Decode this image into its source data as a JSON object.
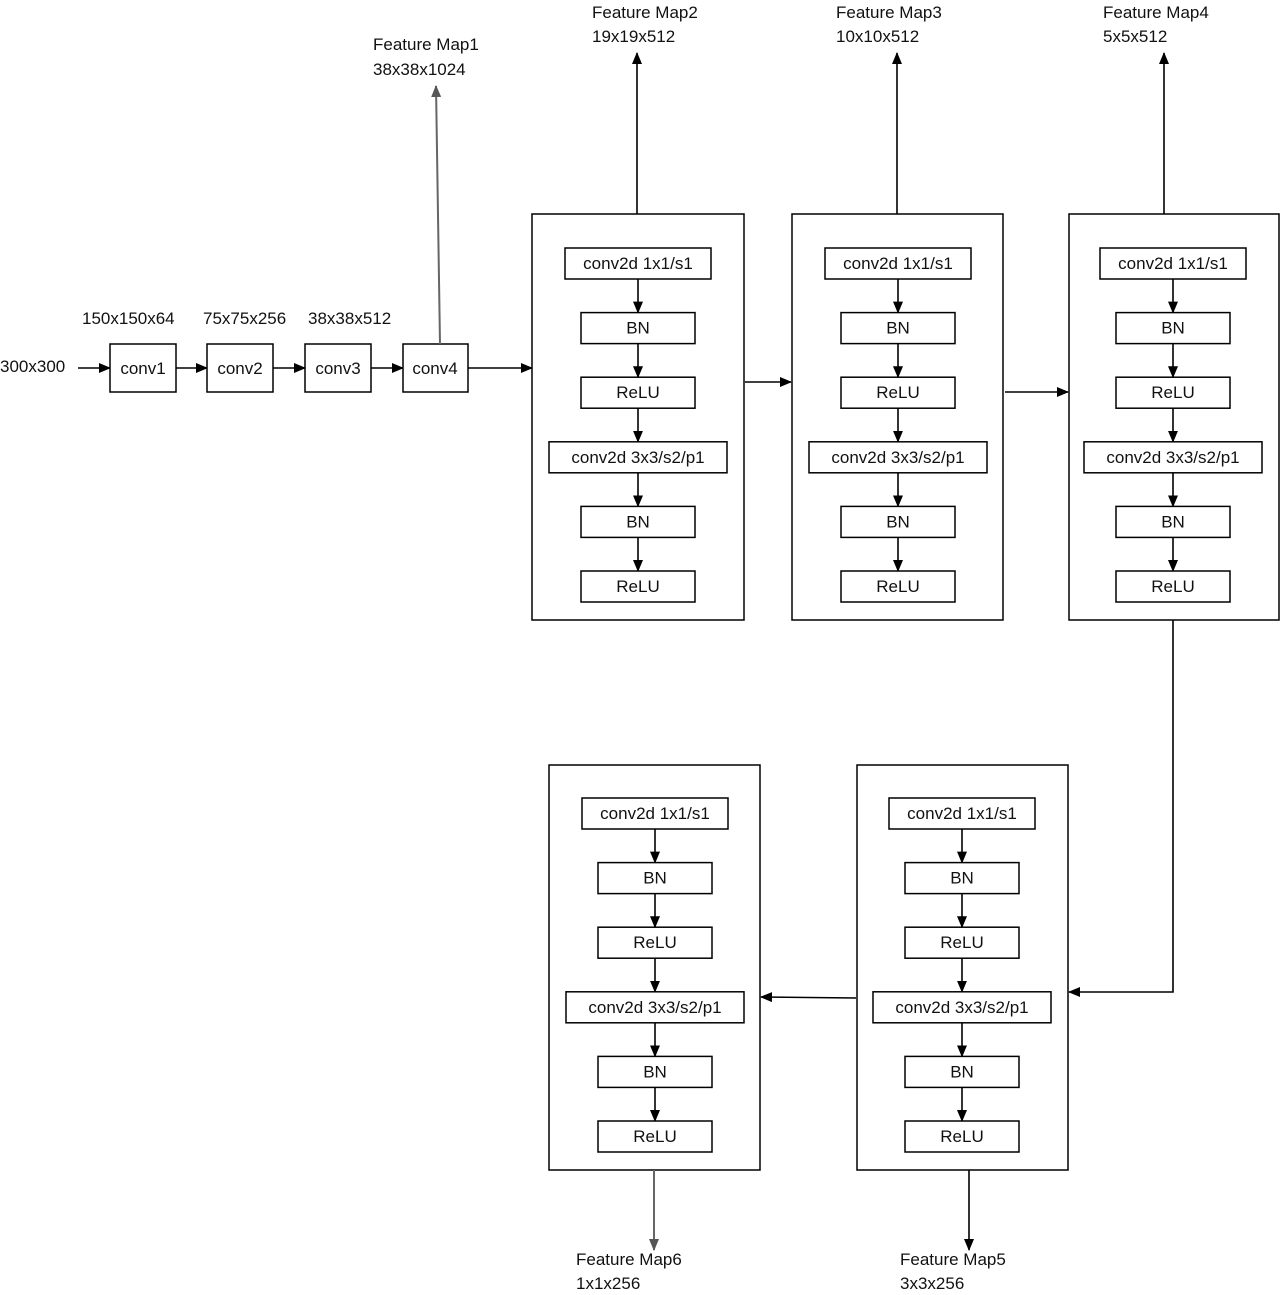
{
  "input_label": "300x300",
  "backbone": {
    "layers": [
      "conv1",
      "conv2",
      "conv3",
      "conv4"
    ],
    "shapes": [
      "150x150x64",
      "75x75x256",
      "38x38x512"
    ]
  },
  "block_layers": [
    "conv2d 1x1/s1",
    "BN",
    "ReLU",
    "conv2d 3x3/s2/p1",
    "BN",
    "ReLU"
  ],
  "feature_maps": [
    {
      "name": "Feature Map1",
      "shape": "38x38x1024"
    },
    {
      "name": "Feature Map2",
      "shape": "19x19x512"
    },
    {
      "name": "Feature Map3",
      "shape": "10x10x512"
    },
    {
      "name": "Feature Map4",
      "shape": "5x5x512"
    },
    {
      "name": "Feature Map5",
      "shape": "3x3x256"
    },
    {
      "name": "Feature Map6",
      "shape": "1x1x256"
    }
  ],
  "colors": {
    "stroke": "#000000",
    "text": "#111111",
    "muted_arrow": "#666666"
  }
}
